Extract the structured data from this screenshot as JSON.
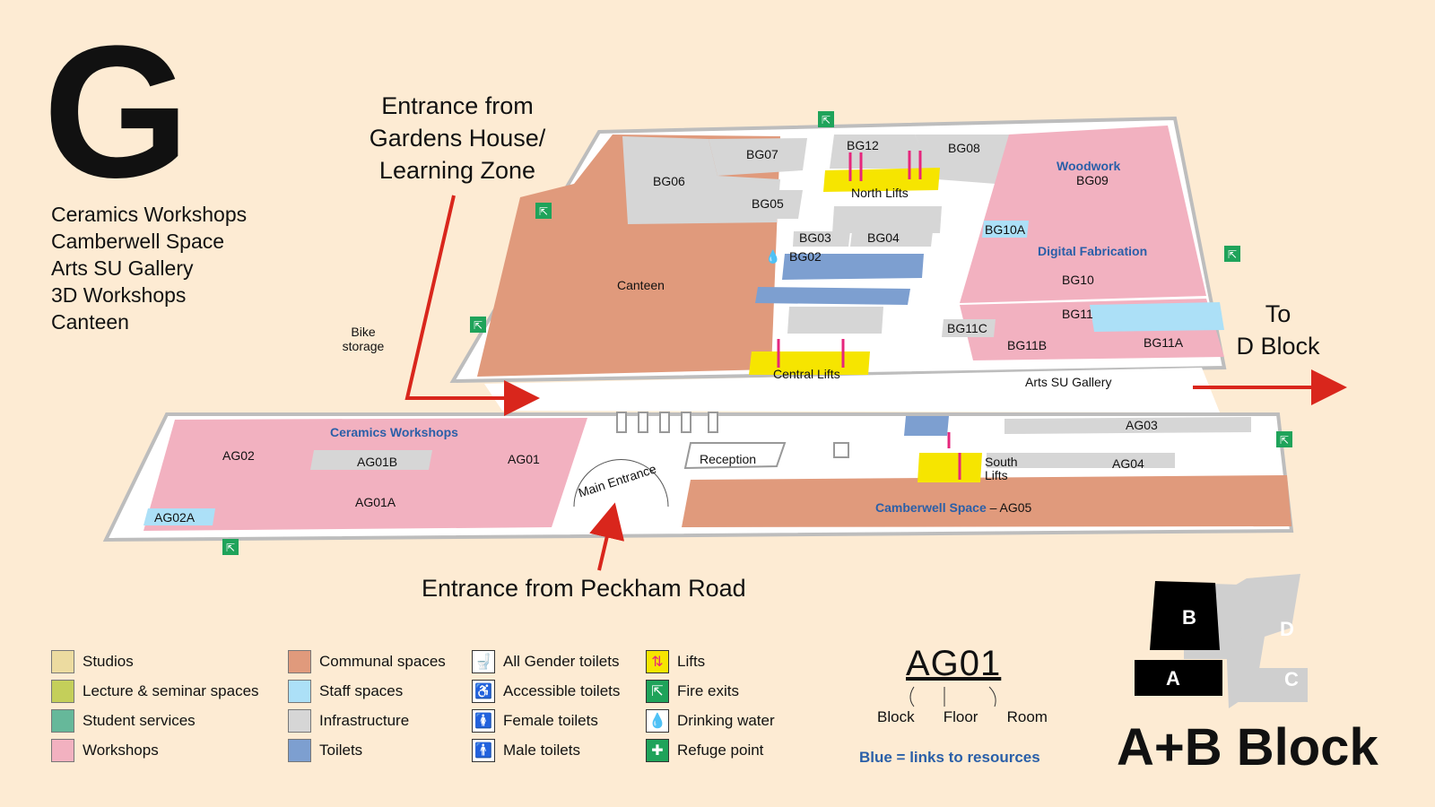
{
  "floor_letter": "G",
  "floor_areas": [
    "Ceramics Workshops",
    "Camberwell Space",
    "Arts SU Gallery",
    "3D Workshops",
    "Canteen"
  ],
  "callouts": {
    "gardens_entrance": [
      "Entrance from",
      "Gardens House/",
      "Learning Zone"
    ],
    "peckham_entrance": "Entrance from Peckham Road",
    "to_d_block": [
      "To",
      "D Block"
    ],
    "bike_storage": [
      "Bike",
      "storage"
    ]
  },
  "rooms": {
    "bg07": "BG07",
    "bg06": "BG06",
    "bg05": "BG05",
    "bg12": "BG12",
    "north_lifts": "North Lifts",
    "bg08": "BG08",
    "woodwork": "Woodwork",
    "bg09": "BG09",
    "bg10a": "BG10A",
    "digital_fabrication": "Digital Fabrication",
    "bg10": "BG10",
    "bg11": "BG11",
    "bg11c": "BG11C",
    "bg11b": "BG11B",
    "bg11a": "BG11A",
    "bg03": "BG03",
    "bg04": "BG04",
    "bg02": "BG02",
    "canteen": "Canteen",
    "central_lifts": "Central Lifts",
    "arts_su_gallery": "Arts SU Gallery",
    "ceramics_workshops": "Ceramics Workshops",
    "ag02": "AG02",
    "ag01b": "AG01B",
    "ag01": "AG01",
    "ag01a": "AG01A",
    "ag02a": "AG02A",
    "main_entrance": "Main Entrance",
    "reception": "Reception",
    "ag03": "AG03",
    "south_lifts_1": "South",
    "south_lifts_2": "Lifts",
    "ag04": "AG04",
    "camberwell_space": "Camberwell Space",
    "ag05": "– AG05"
  },
  "legend": {
    "studios": "Studios",
    "lecture": "Lecture & seminar spaces",
    "student_services": "Student services",
    "workshops": "Workshops",
    "communal": "Communal spaces",
    "staff": "Staff spaces",
    "infrastructure": "Infrastructure",
    "toilets": "Toilets",
    "all_gender": "All Gender toilets",
    "accessible": "Accessible toilets",
    "female": "Female toilets",
    "male": "Male toilets",
    "lifts": "Lifts",
    "fire_exits": "Fire exits",
    "drinking_water": "Drinking water",
    "refuge_point": "Refuge point"
  },
  "code_key": {
    "sample": "AG01",
    "block": "Block",
    "floor": "Floor",
    "room": "Room"
  },
  "blue_note": "Blue = links to resources",
  "key_map": {
    "b": "B",
    "a": "A",
    "c": "C",
    "d": "D",
    "title": "A+B Block"
  },
  "colors": {
    "background": "#fdebd3",
    "studios": "#ecdba0",
    "lecture": "#c4cf5a",
    "student_services": "#66b89a",
    "workshops": "#f2b1c0",
    "communal": "#e09a7c",
    "staff": "#ace0f7",
    "infrastructure": "#d6d6d6",
    "toilets": "#7d9fd0",
    "lifts": "#f6e500",
    "lift_arrow": "#e6267c",
    "fire_exit": "#1fa35a",
    "link_blue": "#2a5fa8",
    "arrow_red": "#d9261c"
  },
  "icons": [
    "fire-exit-icon",
    "lift-icon",
    "all-gender-toilet-icon",
    "accessible-toilet-icon",
    "female-toilet-icon",
    "male-toilet-icon",
    "drinking-water-icon",
    "refuge-point-icon"
  ]
}
